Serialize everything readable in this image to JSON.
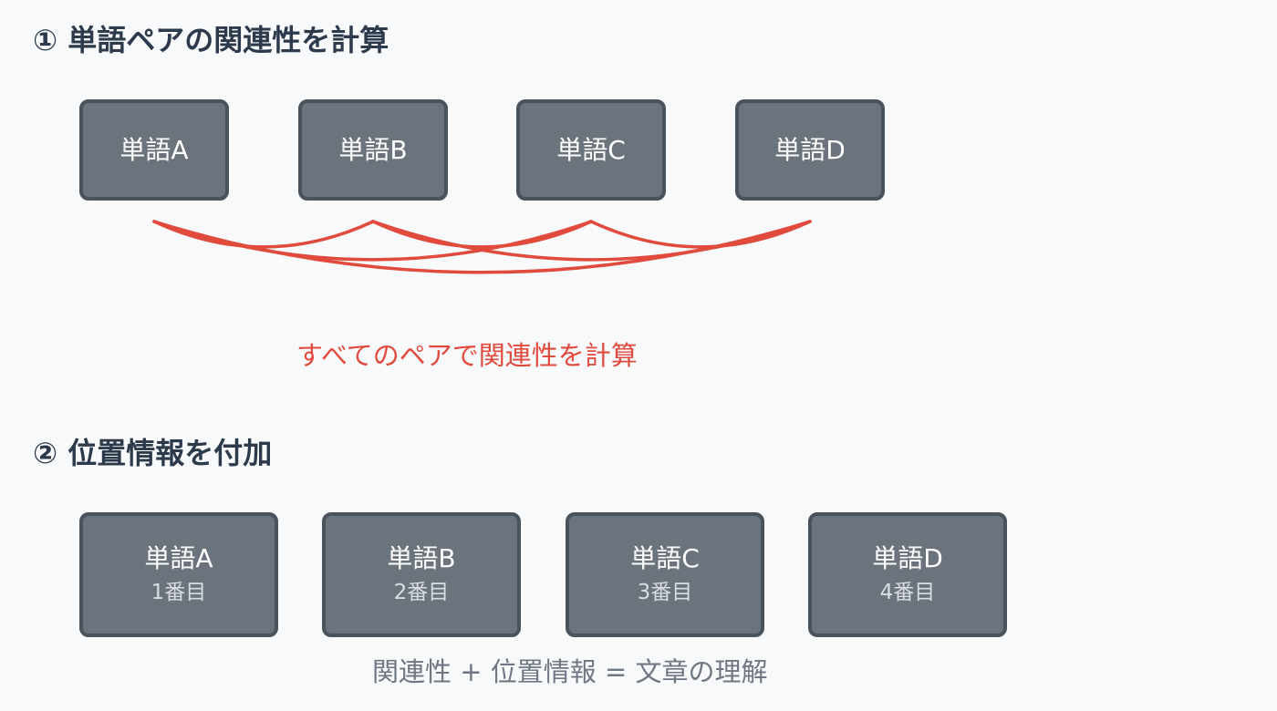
{
  "section1": {
    "title": "① 単語ペアの関連性を計算",
    "words": [
      "単語A",
      "単語B",
      "単語C",
      "単語D"
    ],
    "caption": "すべてのペアで関連性を計算"
  },
  "section2": {
    "title": "② 位置情報を付加",
    "words": [
      {
        "word": "単語A",
        "position": "1番目"
      },
      {
        "word": "単語B",
        "position": "2番目"
      },
      {
        "word": "単語C",
        "position": "3番目"
      },
      {
        "word": "単語D",
        "position": "4番目"
      }
    ],
    "caption": "関連性 + 位置情報 = 文章の理解"
  },
  "colors": {
    "box_fill": "#6b737d",
    "box_border": "#4a525c",
    "arc": "#e04b3d",
    "title": "#2c3a4b",
    "caption_gray": "#6e7783"
  },
  "connections": [
    [
      0,
      1
    ],
    [
      1,
      2
    ],
    [
      2,
      3
    ],
    [
      0,
      2
    ],
    [
      1,
      3
    ],
    [
      0,
      3
    ]
  ]
}
